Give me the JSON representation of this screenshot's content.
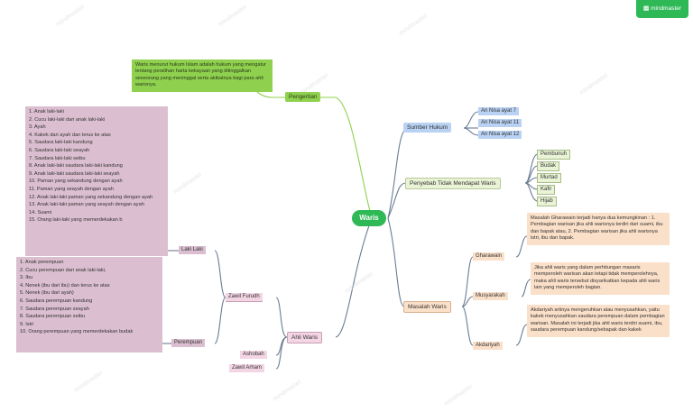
{
  "brand": {
    "label": "mindmaster"
  },
  "watermark": "mindmaster",
  "central": {
    "label": "Waris"
  },
  "pengertian": {
    "label": "Pengertian",
    "text": "Waris menurut hukum Islam adalah hukum yang mengatur tentang peralihan harta kekayaan yang ditinggalkan seseorang yang meninggal serta akibatnya bagi para ahli warisnya."
  },
  "sumber_hukum": {
    "label": "Sumber Hukum",
    "items": [
      "An Nisa ayat 7",
      "An Nisa ayat 11",
      "An Nisa ayat 12"
    ]
  },
  "penyebab": {
    "label": "Penyebab Tidak Mendapat Waris",
    "items": [
      "Pembunuh",
      "Budak",
      "Murtad",
      "Kafir",
      "Hijab"
    ]
  },
  "masalah": {
    "label": "Masalah Waris",
    "gharawain": {
      "label": "Gharawain",
      "text": "Masalah Gharawain terjadi hanya dua kemungkinan : 1. Pembagian warisan jika ahli warisnya terdiri dari suami, ibu dan bapak atau, 2. Pembagian warisan jika ahli warisnya istri, ibu dan bapak."
    },
    "musyarakah": {
      "label": "Musyarakah",
      "text": "Jika ahli waris yang dalam perhitungan masaris memperoleh warisan akan tetapi tidak memperolehnya, maka ahli waris tersebut disyarikatkan kepada ahli waris lain yang memperoleh bagian."
    },
    "akdariyah": {
      "label": "Akdariyah",
      "text": "Akdariyah artinya mengeruhkan atau menyusahkan, yaitu kakek menyusahkan saudara perempuan dalam pembagian warisan. Masalah ini terjadi jika ahli waris terdiri suami, ibu, saudara perempuan kandung/sebapak dan kakek"
    }
  },
  "ahli_waris": {
    "label": "Ahli Waris",
    "zawil_furudh": {
      "label": "Zawil Furudh",
      "laki_laki": {
        "label": "Laki Laki",
        "items": [
          "1. Anak laki-laki",
          "2. Cucu laki-laki dari anak laki-laki",
          "3. Ayah",
          "4. Kakek dari ayah dan terus ke atas",
          "5. Saudara laki-laki kandung",
          "6. Saudara laki-laki seayah",
          "7. Saudara laki-laki seibu",
          "8. Anak laki-laki saudara laki-laki kandung",
          "9. Anak laki-laki saudara laki-laki seayah",
          "10. Paman yang sekandung dengan ayah",
          "11. Paman yang seayah dengan ayah",
          "12. Anak laki-laki paman yang sekandung dengan ayah",
          "13. Anak laki-laki paman yang seayah dengan ayah",
          "14. Suami",
          "15. Orang laki-laki yang memerdekakan b"
        ]
      },
      "perempuan": {
        "label": "Perempuan",
        "items": [
          "1. Anak perempuan",
          "2. Cucu perempuan dari anak laki-laki,",
          "3. Ibu",
          "4. Nenek (ibu dari ibu) dan terus ke atas",
          "5. Nenek (ibu dari ayah)",
          "6. Saudara perempuan kandung",
          "7. Saudara perempuan seayah",
          "8. Saudara perempuan seibu",
          "9. Istri",
          "10. Orang perempuan yang memerdekakan budak"
        ]
      }
    },
    "ashobah": {
      "label": "Ashobah"
    },
    "zawil_arham": {
      "label": "Zawil Arham"
    }
  }
}
